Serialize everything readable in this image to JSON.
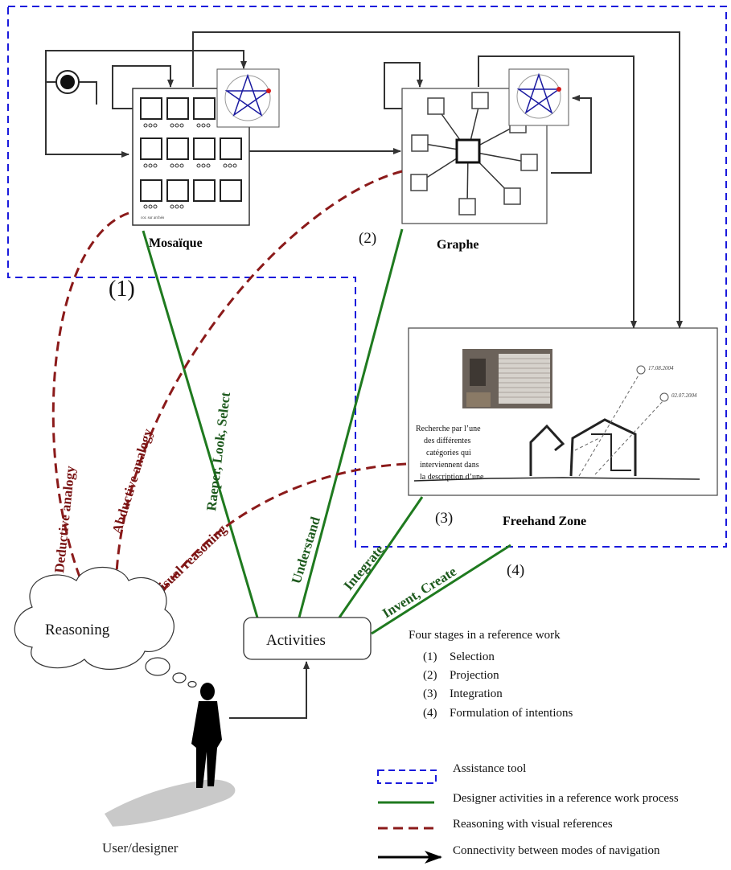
{
  "panels": {
    "mosaique": "Mosaïque",
    "graphe": "Graphe",
    "freehand": "Freehand Zone",
    "mosaique_caption": "cor. sur archéo"
  },
  "stage_markers": [
    "(1)",
    "(2)",
    "(3)",
    "(4)"
  ],
  "activity_labels": {
    "select": "Raeper, Look, Select",
    "understand": "Understand",
    "integrate": "Integrate",
    "invent": "Invent, Create"
  },
  "reasoning_labels": {
    "deductive": "Deductive analogy",
    "abductive": "Abductive analogy",
    "visual": "Visual reasoning"
  },
  "nodes": {
    "reasoning": "Reasoning",
    "activities": "Activities",
    "user": "User/designer"
  },
  "freehand": {
    "text_lines": [
      "Recherche par l’une",
      "des différentes",
      "catégories qui",
      "interviennent dans",
      "la description d’une"
    ],
    "dates": [
      "17.08.2004",
      "02.07.2004"
    ]
  },
  "stages": {
    "title": "Four stages in a reference work",
    "items": [
      {
        "num": "(1)",
        "label": "Selection"
      },
      {
        "num": "(2)",
        "label": "Projection"
      },
      {
        "num": "(3)",
        "label": "Integration"
      },
      {
        "num": "(4)",
        "label": "Formulation of intentions"
      }
    ]
  },
  "legend": [
    {
      "label": "Assistance tool",
      "style": "blue-dashed",
      "color": "#1a1adc"
    },
    {
      "label": "Designer activities in a reference work process",
      "style": "green-solid",
      "color": "#1f7a1f"
    },
    {
      "label": "Reasoning with visual references",
      "style": "red-dashed",
      "color": "#8b1a1a"
    },
    {
      "label": "Connectivity between modes of navigation",
      "style": "black-arrow",
      "color": "#000000"
    }
  ]
}
